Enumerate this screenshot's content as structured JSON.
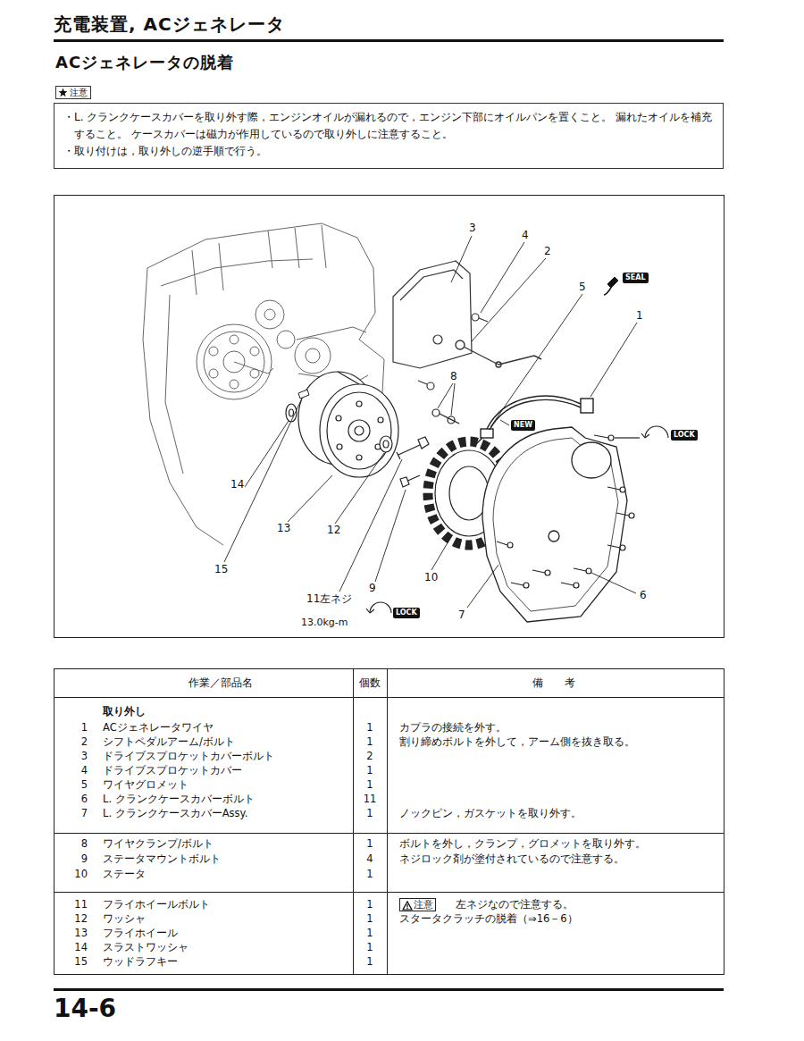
{
  "diagram": {
    "title": "充電装置, ACジェネレータ",
    "nodes": [
      {
        "text": [
          "注意"
        ]
      },
      {
        "text": [
          "・L. クランクケースカバーを取り外す際，エンジンオイルが漏れるので，エンジン下部にオイルパンを置くこと。 漏れたオイルを補充すること。 ケースカバーは磁力が作用しているので取り外しに注意すること。",
          "・取り付けは，取り外しの逆手順で行う。"
        ]
      }
    ],
    "labels": [
      "ACジェネレータの脱着",
      "3",
      "4",
      "2",
      "5",
      "SEAL",
      "1",
      "8",
      "NEW",
      "LOCK",
      "14",
      "13",
      "12",
      "15",
      "11左ネジ",
      "13.0kg-m",
      "LOCK",
      "9",
      "10",
      "7",
      "6",
      "作業／部品名",
      "個数",
      "備　　考",
      "取り外し",
      "1",
      "ACジェネレータワイヤ",
      "1",
      "カプラの接続を外す。",
      "2",
      "シフトペダルアーム/ボルト",
      "1",
      "割り締めボルトを外して，アーム側を抜き取る。",
      "3",
      "ドライブスプロケットカバーボルト",
      "2",
      "4",
      "ドライブスプロケットカバー",
      "1",
      "5",
      "ワイヤグロメット",
      "1",
      "6",
      "L. クランクケースカバーボルト",
      "11",
      "7",
      "L. クランクケースカバーAssy.",
      "1",
      "ノックピン，ガスケットを取り外す。",
      "8",
      "ワイヤクランプ/ボルト",
      "1",
      "ボルトを外し，クランプ，グロメットを取り外す。",
      "9",
      "ステータマウントボルト",
      "4",
      "ネジロック剤が塗付されているので注意する。",
      "10",
      "ステータ",
      "1",
      "11",
      "フライホイールボルト",
      "1",
      "注意",
      "左ネジなので注意する。",
      "12",
      "ワッシャ",
      "1",
      "スタータクラッチの脱着（⇒16－6）",
      "13",
      "フライホイール",
      "1",
      "14",
      "スラストワッシャ",
      "1",
      "15",
      "ウッドラフキー",
      "1",
      "14-6"
    ]
  }
}
